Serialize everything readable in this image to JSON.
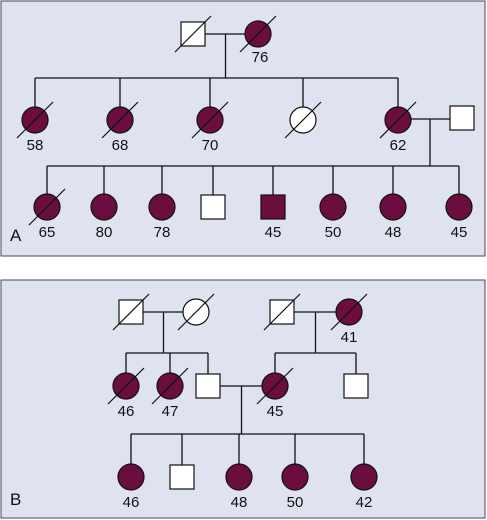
{
  "colors": {
    "panel_background": "#dfe3f0",
    "affected_fill": "#6b0d3e",
    "unaffected_fill": "#ffffff",
    "line": "#111111"
  },
  "legend_meaning": {
    "square": "male",
    "circle": "female",
    "filled": "affected",
    "diagonal_slash": "deceased"
  },
  "panels": [
    {
      "label": "A",
      "individuals": [
        {
          "id": "A-I-1",
          "sex": "male",
          "affected": false,
          "deceased": true,
          "age": ""
        },
        {
          "id": "A-I-2",
          "sex": "female",
          "affected": true,
          "deceased": true,
          "age": "76"
        },
        {
          "id": "A-II-1",
          "sex": "female",
          "affected": true,
          "deceased": true,
          "age": "58"
        },
        {
          "id": "A-II-2",
          "sex": "female",
          "affected": true,
          "deceased": true,
          "age": "68"
        },
        {
          "id": "A-II-3",
          "sex": "female",
          "affected": true,
          "deceased": true,
          "age": "70"
        },
        {
          "id": "A-II-4",
          "sex": "female",
          "affected": false,
          "deceased": true,
          "age": ""
        },
        {
          "id": "A-II-5",
          "sex": "female",
          "affected": true,
          "deceased": true,
          "age": "62"
        },
        {
          "id": "A-II-6",
          "sex": "male",
          "affected": false,
          "deceased": false,
          "age": ""
        },
        {
          "id": "A-III-1",
          "sex": "female",
          "affected": true,
          "deceased": true,
          "age": "65"
        },
        {
          "id": "A-III-2",
          "sex": "female",
          "affected": true,
          "deceased": false,
          "age": "80"
        },
        {
          "id": "A-III-3",
          "sex": "female",
          "affected": true,
          "deceased": false,
          "age": "78"
        },
        {
          "id": "A-III-4",
          "sex": "male",
          "affected": false,
          "deceased": false,
          "age": ""
        },
        {
          "id": "A-III-5",
          "sex": "male",
          "affected": true,
          "deceased": false,
          "age": "45"
        },
        {
          "id": "A-III-6",
          "sex": "female",
          "affected": true,
          "deceased": false,
          "age": "50"
        },
        {
          "id": "A-III-7",
          "sex": "female",
          "affected": true,
          "deceased": false,
          "age": "48"
        },
        {
          "id": "A-III-8",
          "sex": "female",
          "affected": true,
          "deceased": false,
          "age": "45"
        }
      ],
      "matings": [
        [
          "A-I-1",
          "A-I-2"
        ],
        [
          "A-II-5",
          "A-II-6"
        ]
      ],
      "sibships": [
        {
          "parents": [
            "A-I-1",
            "A-I-2"
          ],
          "children": [
            "A-II-1",
            "A-II-2",
            "A-II-3",
            "A-II-4",
            "A-II-5"
          ]
        },
        {
          "parents": [
            "A-II-5",
            "A-II-6"
          ],
          "children": [
            "A-III-1",
            "A-III-2",
            "A-III-3",
            "A-III-4",
            "A-III-5",
            "A-III-6",
            "A-III-7",
            "A-III-8"
          ]
        }
      ]
    },
    {
      "label": "B",
      "individuals": [
        {
          "id": "B-I-1",
          "sex": "male",
          "affected": false,
          "deceased": true,
          "age": ""
        },
        {
          "id": "B-I-2",
          "sex": "female",
          "affected": false,
          "deceased": true,
          "age": ""
        },
        {
          "id": "B-I-3",
          "sex": "male",
          "affected": false,
          "deceased": true,
          "age": ""
        },
        {
          "id": "B-I-4",
          "sex": "female",
          "affected": true,
          "deceased": true,
          "age": "41"
        },
        {
          "id": "B-II-1",
          "sex": "female",
          "affected": true,
          "deceased": true,
          "age": "46"
        },
        {
          "id": "B-II-2",
          "sex": "female",
          "affected": true,
          "deceased": true,
          "age": "47"
        },
        {
          "id": "B-II-3",
          "sex": "male",
          "affected": false,
          "deceased": false,
          "age": ""
        },
        {
          "id": "B-II-4",
          "sex": "female",
          "affected": true,
          "deceased": true,
          "age": "45"
        },
        {
          "id": "B-II-5",
          "sex": "male",
          "affected": false,
          "deceased": false,
          "age": ""
        },
        {
          "id": "B-III-1",
          "sex": "female",
          "affected": true,
          "deceased": false,
          "age": "46"
        },
        {
          "id": "B-III-2",
          "sex": "male",
          "affected": false,
          "deceased": false,
          "age": ""
        },
        {
          "id": "B-III-3",
          "sex": "female",
          "affected": true,
          "deceased": false,
          "age": "48"
        },
        {
          "id": "B-III-4",
          "sex": "female",
          "affected": true,
          "deceased": false,
          "age": "50"
        },
        {
          "id": "B-III-5",
          "sex": "female",
          "affected": true,
          "deceased": false,
          "age": "42"
        }
      ],
      "matings": [
        [
          "B-I-1",
          "B-I-2"
        ],
        [
          "B-I-3",
          "B-I-4"
        ],
        [
          "B-II-3",
          "B-II-4"
        ]
      ],
      "sibships": [
        {
          "parents": [
            "B-I-1",
            "B-I-2"
          ],
          "children": [
            "B-II-1",
            "B-II-2",
            "B-II-3"
          ]
        },
        {
          "parents": [
            "B-I-3",
            "B-I-4"
          ],
          "children": [
            "B-II-4",
            "B-II-5"
          ]
        },
        {
          "parents": [
            "B-II-3",
            "B-II-4"
          ],
          "children": [
            "B-III-1",
            "B-III-2",
            "B-III-3",
            "B-III-4",
            "B-III-5"
          ]
        }
      ]
    }
  ]
}
